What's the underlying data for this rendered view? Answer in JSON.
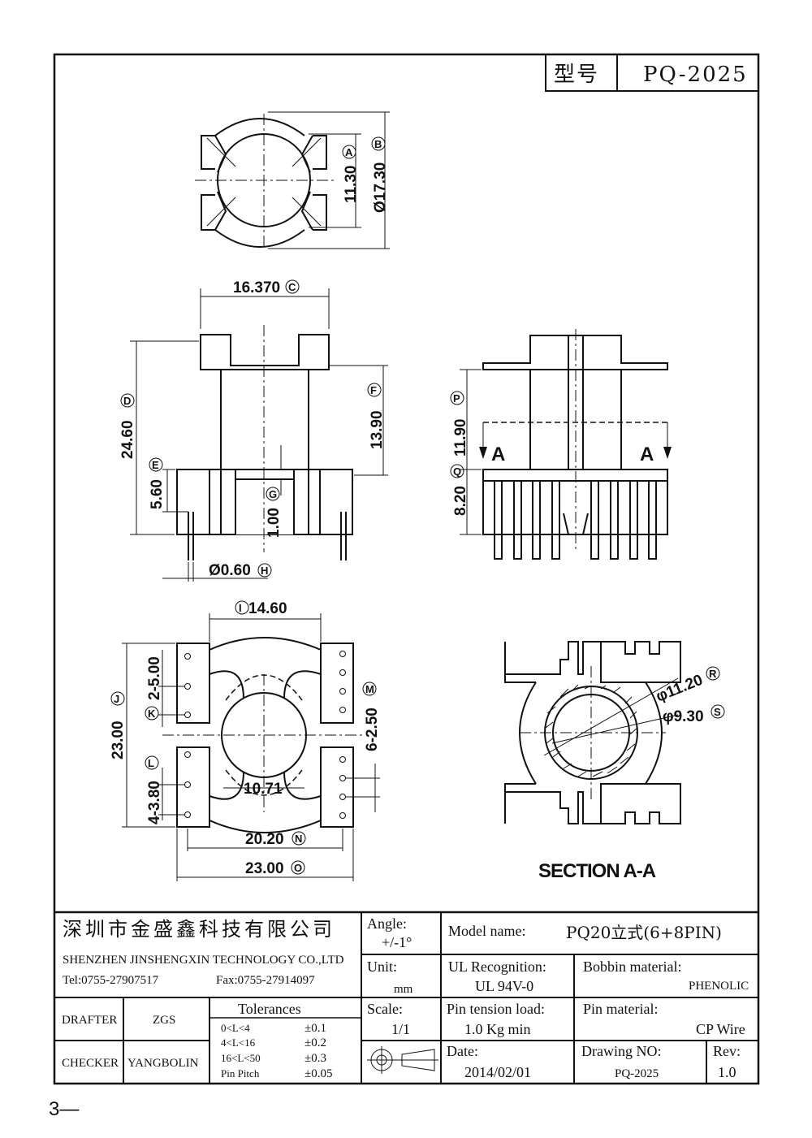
{
  "header": {
    "type_label": "型号",
    "type_value": "PQ-2025"
  },
  "views": {
    "top": {
      "dim_a": "11.30",
      "dim_a_tag": "A",
      "dim_b": "Ø17.30",
      "dim_b_tag": "B"
    },
    "front": {
      "dim_c": "16.370",
      "dim_c_tag": "C",
      "dim_d": "24.60",
      "dim_d_tag": "D",
      "dim_e": "5.60",
      "dim_e_tag": "E",
      "dim_f": "13.90",
      "dim_f_tag": "F",
      "dim_g": "1.00",
      "dim_g_tag": "G",
      "dim_h": "Ø0.60",
      "dim_h_tag": "H"
    },
    "side": {
      "dim_p": "11.90",
      "dim_p_tag": "P",
      "dim_q": "8.20",
      "dim_q_tag": "Q",
      "section_mark_left": "A",
      "section_mark_right": "A"
    },
    "bottom": {
      "dim_i": "14.60",
      "dim_i_tag": "I",
      "dim_j": "23.00",
      "dim_j_tag": "J",
      "dim_k": "2-5.00",
      "dim_k_tag": "K",
      "dim_l": "4-3.80",
      "dim_l_tag": "L",
      "dim_m": "6-2.50",
      "dim_m_tag": "M",
      "dim_inner": "10.71",
      "dim_n": "20.20",
      "dim_n_tag": "N",
      "dim_o": "23.00",
      "dim_o_tag": "O"
    },
    "section": {
      "title": "SECTION A-A",
      "dim_r": "φ11.20",
      "dim_r_tag": "R",
      "dim_s": "φ9.30",
      "dim_s_tag": "S"
    }
  },
  "title_block": {
    "company_cn": "深圳市金盛鑫科技有限公司",
    "company_en": "SHENZHEN JINSHENGXIN TECHNOLOGY CO.,LTD",
    "tel": "Tel:0755-27907517",
    "fax": "Fax:0755-27914097",
    "angle_label": "Angle:",
    "angle_value": "+/-1°",
    "model_label": "Model name:",
    "model_value": "PQ20立式(6+8PIN)",
    "unit_label": "Unit:",
    "unit_value": "mm",
    "ul_label": "UL Recognition:",
    "ul_value": "UL 94V-0",
    "bobbin_label": "Bobbin material:",
    "bobbin_value": "PHENOLIC",
    "drafter_label": "DRAFTER",
    "drafter_value": "ZGS",
    "tolerances_label": "Tolerances",
    "tol_rows": [
      {
        "range": "0<L<4",
        "value": "±0.1"
      },
      {
        "range": "4<L<16",
        "value": "±0.2"
      },
      {
        "range": "16<L<50",
        "value": "±0.3"
      },
      {
        "range": "Pin Pitch",
        "value": "±0.05"
      }
    ],
    "scale_label": "Scale:",
    "scale_value": "1/1",
    "pin_tension_label": "Pin tension load:",
    "pin_tension_value": "1.0 Kg min",
    "pin_material_label": "Pin material:",
    "pin_material_value": "CP Wire",
    "checker_label": "CHECKER",
    "checker_value": "YANGBOLIN",
    "date_label": "Date:",
    "date_value": "2014/02/01",
    "drawing_no_label": "Drawing NO:",
    "drawing_no_value": "PQ-2025",
    "rev_label": "Rev:",
    "rev_value": "1.0"
  },
  "page_number": "3—"
}
